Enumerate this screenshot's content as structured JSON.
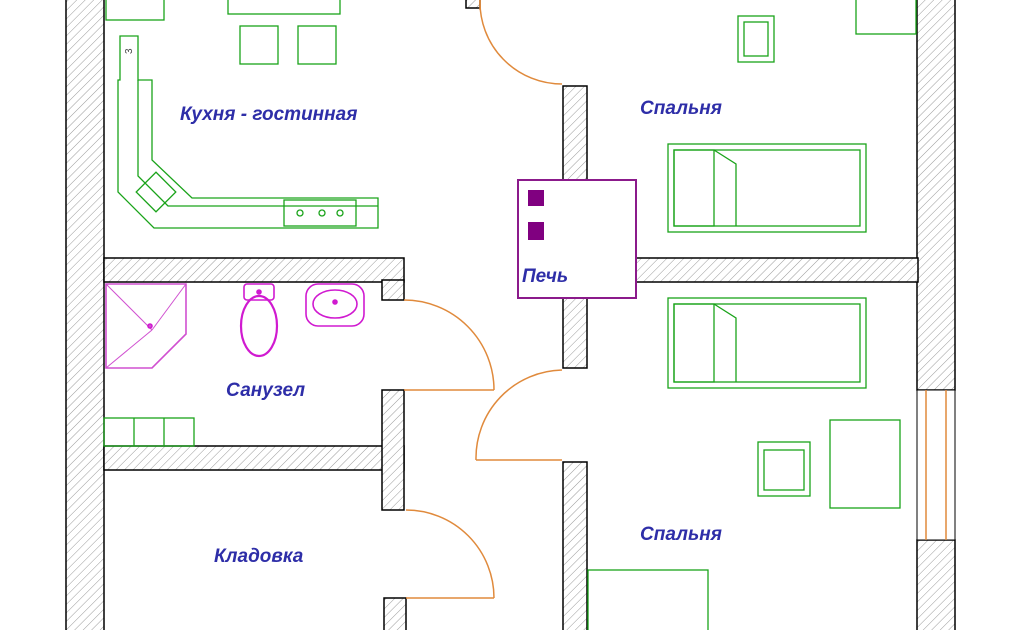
{
  "rooms": {
    "kitchen_living": "Кухня - гостинная",
    "bedroom_top": "Спальня",
    "bedroom_bottom": "Спальня",
    "bathroom": "Санузел",
    "storage": "Кладовка",
    "stove": "Печь"
  },
  "kitchen_marker": "3",
  "colors": {
    "wall_outline": "#000000",
    "wall_hatch": "#9a9a9a",
    "furniture": "#1aa31a",
    "door_swing": "#e08a3c",
    "stove": "#8b1a8b",
    "stove_block": "#800080",
    "sanitary": "#d01ad0",
    "label": "#2e2ea8"
  }
}
